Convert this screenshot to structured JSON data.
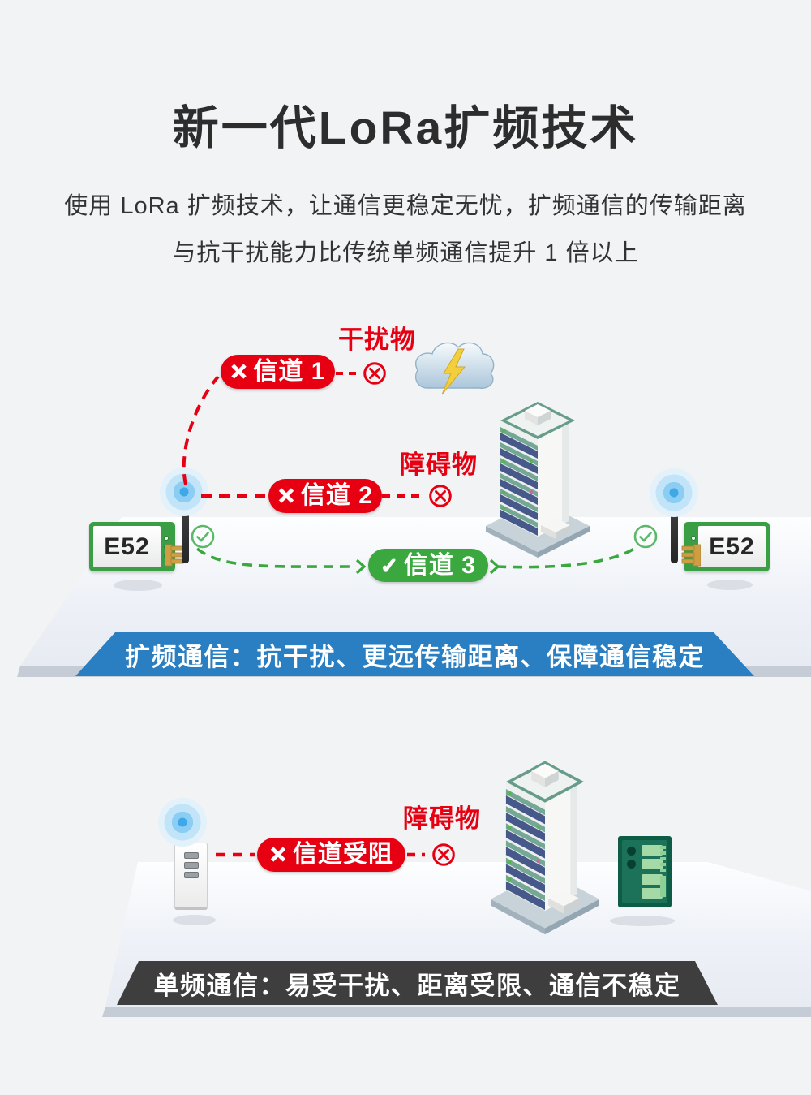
{
  "colors": {
    "page_bg": "#f2f3f5",
    "red": "#e60012",
    "green": "#3aa83e",
    "banner_blue": "#2a7fc3",
    "banner_dark": "#3e3e3e"
  },
  "header": {
    "title": "新一代LoRa扩频技术",
    "subtitle_line1": "使用 LoRa 扩频技术，让通信更稳定无忧，扩频通信的传输距离",
    "subtitle_line2": "与抗干扰能力比传统单频通信提升 1 倍以上"
  },
  "spread_section": {
    "interference_label": "干扰物",
    "obstacle_label": "障碍物",
    "channel1": {
      "mark": "✕",
      "label": "信道 1"
    },
    "channel2": {
      "mark": "✕",
      "label": "信道 2"
    },
    "channel3": {
      "mark": "✓",
      "label": "信道 3"
    },
    "module_left_label": "E52",
    "module_right_label": "E52",
    "banner": "扩频通信：抗干扰、更远传输距离、保障通信稳定"
  },
  "single_section": {
    "obstacle_label": "障碍物",
    "blocked_channel": {
      "mark": "✕",
      "label": "信道受阻"
    },
    "banner": "单频通信：易受干扰、距离受限、通信不稳定"
  }
}
